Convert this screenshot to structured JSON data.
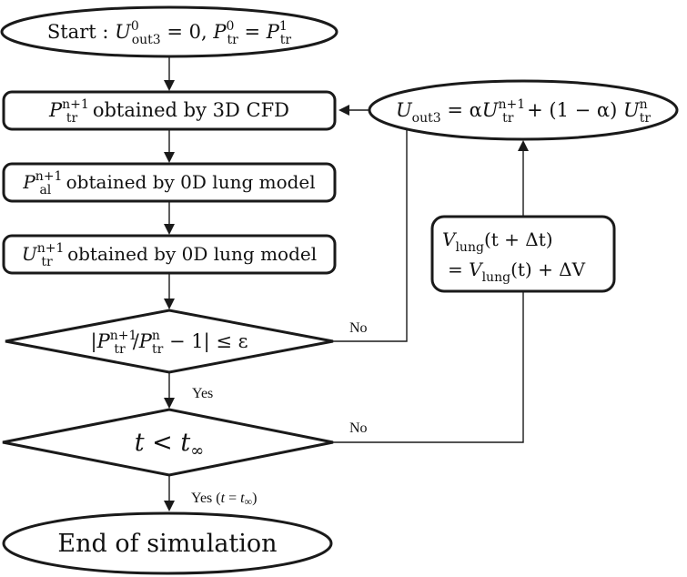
{
  "nodes": {
    "start": {
      "pre": "Start : ",
      "u_main": "U",
      "u_sup": "0",
      "u_sub": "out3",
      "u_rhs": " = 0,  ",
      "p_main": "P",
      "p_sup": "0",
      "p_sub": "tr",
      "eq": " = ",
      "p2_main": "P",
      "p2_sup": "1",
      "p2_sub": "tr"
    },
    "cfd": {
      "main": "P",
      "sup": "n+1",
      "sub": "tr",
      "text": " obtained by 3D CFD"
    },
    "lung_p": {
      "main": "P",
      "sup": "n+1",
      "sub": "al",
      "text": " obtained by 0D lung model"
    },
    "lung_u": {
      "main": "U",
      "sup": "n+1",
      "sub": "tr",
      "text": " obtained by 0D lung model"
    },
    "converge": {
      "open": "|",
      "p1_main": "P",
      "p1_sup": "n+1",
      "p1_sub": "tr",
      "slash": "/",
      "p2_main": "P",
      "p2_sup": "n",
      "p2_sub": "tr",
      "tail": " − 1| ≤ ε"
    },
    "time": {
      "t": "t",
      "lt": " < ",
      "t2": "t",
      "sub": "∞"
    },
    "end": {
      "text": "End of simulation"
    },
    "relax": {
      "u_main": "U",
      "u_sub": "out3",
      "eq": " = α",
      "a_main": "U",
      "a_sup": "n+1",
      "a_sub": "tr",
      "mid": " + (1 − α) ",
      "b_main": "U",
      "b_sup": "n",
      "b_sub": "tr"
    },
    "volume": {
      "line1_main": "V",
      "line1_sub": "lung",
      "line1_rest": "(t + Δt)",
      "line2_pre": "= ",
      "line2_main": "V",
      "line2_sub": "lung",
      "line2_rest": "(t) + ΔV"
    }
  },
  "edges": {
    "converge_no": "No",
    "converge_yes": "Yes",
    "time_no": "No",
    "time_yes_pre": "Yes (",
    "time_yes_t": "t",
    "time_yes_eq": " = ",
    "time_yes_t2": "t",
    "time_yes_sub": "∞",
    "time_yes_post": ")"
  }
}
